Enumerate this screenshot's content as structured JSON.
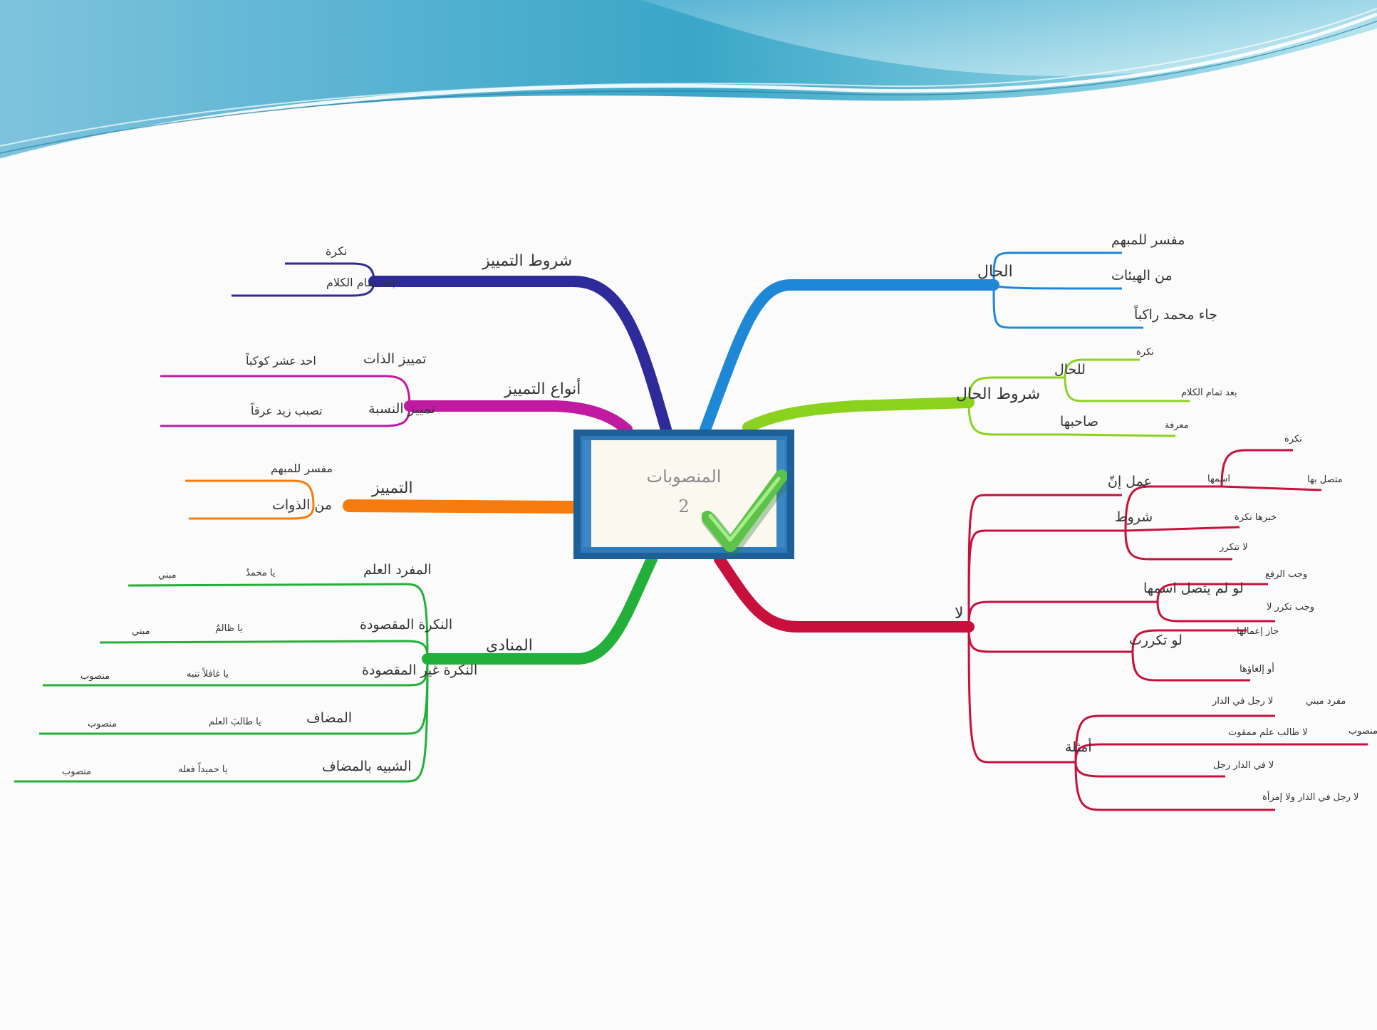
{
  "central": {
    "title": "المنصوبات",
    "number": "2"
  },
  "colors": {
    "hal": "#1e88d6",
    "shurut_hal": "#8bd21f",
    "la": "#c8103c",
    "munada": "#22b03a",
    "tamyiz": "#f57c0c",
    "anwa": "#bf1aa0",
    "shurut_tamyiz": "#2e2a9a"
  },
  "branches": {
    "hal": {
      "label": "الحال",
      "children": [
        "مفسر للمبهم",
        "من الهيئات",
        "جاء محمد راكباً"
      ]
    },
    "shurut_hal": {
      "label": "شروط الحال",
      "lilhal": {
        "label": "للحال",
        "children": [
          "نكرة",
          "بعد تمام الكلام"
        ]
      },
      "sahibuha": {
        "label": "صاحبها",
        "children": [
          "معرفة"
        ]
      }
    },
    "la": {
      "label": "لا",
      "amal": "عمل إنّ",
      "shurut": {
        "label": "شروط",
        "ismuha": {
          "label": "اسمها",
          "children": [
            "نكرة",
            "متصل بها"
          ]
        },
        "children": [
          "خبرها نكرة",
          "لا تتكرر"
        ]
      },
      "lam_yattasil": {
        "label": "لو لم يتصل اسمها",
        "children": [
          "وجب الرفع",
          "وجب تكرر لا"
        ]
      },
      "takarrarat": {
        "label": "لو تكررت",
        "children": [
          "جاز إعمالها",
          "أو إلغاؤها"
        ]
      },
      "amthila": {
        "label": "أمثلة",
        "children": [
          "لا رجل في الدار",
          "لا طالب علم ممقوت",
          "لا في الدار رجل",
          "لا رجل في الدار ولا إمرأة"
        ],
        "notes": [
          "مفرد مبني",
          "مضاف منصوب"
        ]
      }
    },
    "munada": {
      "label": "المنادى",
      "items": [
        {
          "type": "المفرد العلم",
          "example": "يا محمدُ",
          "result": "مبني"
        },
        {
          "type": "النكرة المقصودة",
          "example": "يا ظالمُ",
          "result": "مبني"
        },
        {
          "type": "النكرة غير المقصودة",
          "example": "يا غافلاً تنبه",
          "result": "منصوب"
        },
        {
          "type": "المضاف",
          "example": "يا طالبَ العلم",
          "result": "منصوب"
        },
        {
          "type": "الشبيه بالمضاف",
          "example": "يا حميداً فعله",
          "result": "منصوب"
        }
      ]
    },
    "tamyiz": {
      "label": "التمييز",
      "children": [
        "مفسر للمبهم",
        "من الذوات"
      ]
    },
    "anwa_tamyiz": {
      "label": "أنواع التمييز",
      "items": [
        {
          "type": "تمييز الذات",
          "example": "احد عشر كوكباً"
        },
        {
          "type": "تمييز النسبة",
          "example": "تصبب زيد عرقاً"
        }
      ]
    },
    "shurut_tamyiz": {
      "label": "شروط التمييز",
      "children": [
        "نكرة",
        "بعد تمام الكلام"
      ]
    }
  }
}
